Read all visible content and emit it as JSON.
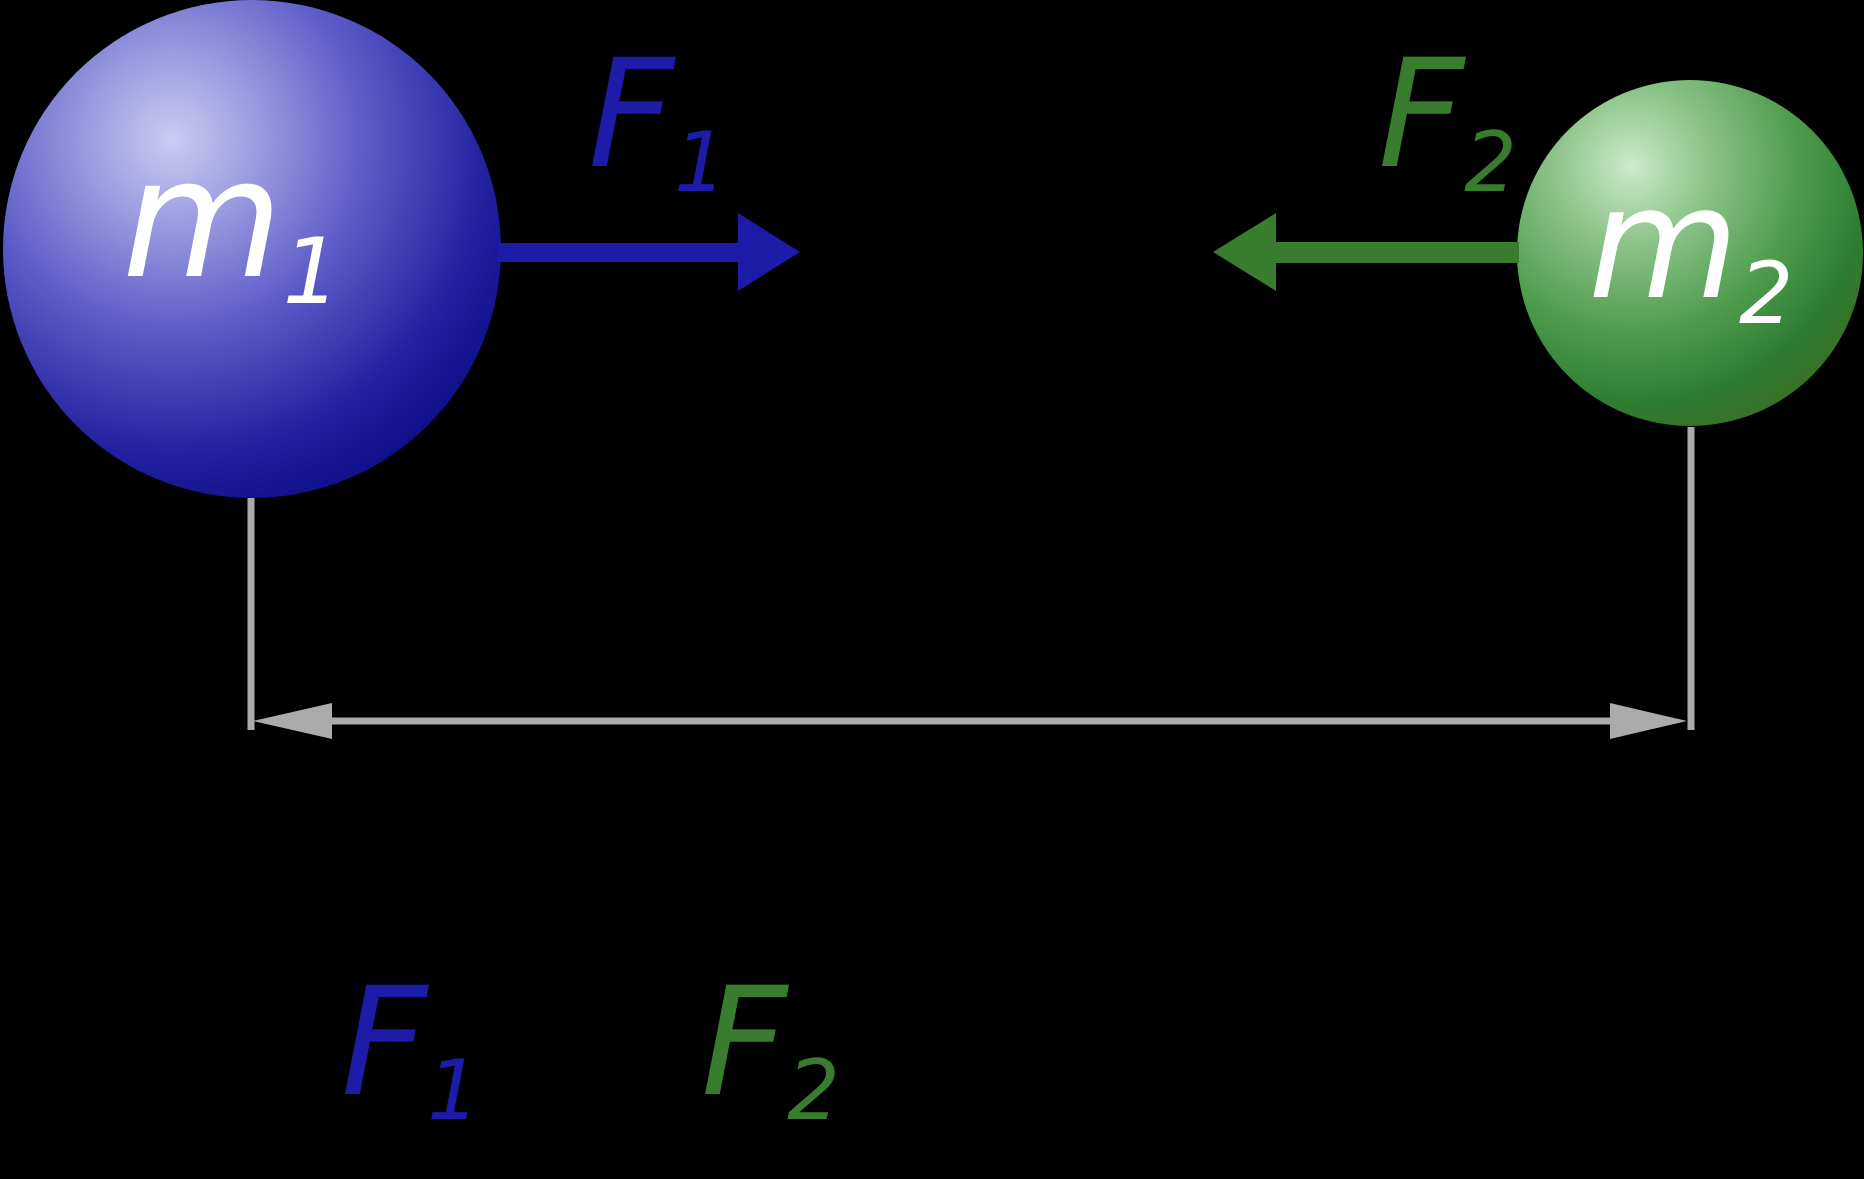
{
  "colors": {
    "background": "#000000",
    "blue": "#1c1ca8",
    "green": "#377d2d",
    "gray": "#ababab",
    "label_white": "#ffffff"
  },
  "sphere1": {
    "label": {
      "letter": "m",
      "sub": "1"
    }
  },
  "sphere2": {
    "label": {
      "letter": "m",
      "sub": "2"
    }
  },
  "force1": {
    "label": {
      "letter": "F",
      "sub": "1"
    }
  },
  "force2": {
    "label": {
      "letter": "F",
      "sub": "2"
    }
  },
  "equation": {
    "f1": {
      "letter": "F",
      "sub": "1"
    },
    "f2": {
      "letter": "F",
      "sub": "2"
    }
  }
}
